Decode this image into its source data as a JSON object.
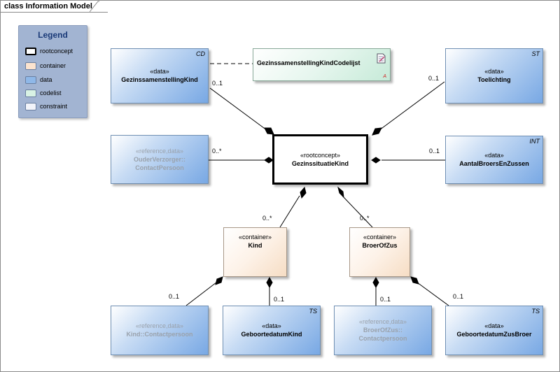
{
  "frame": {
    "title": "class Information Model"
  },
  "legend": {
    "title": "Legend",
    "items": [
      {
        "label": "rootconcept",
        "color": "#ffffff",
        "border": "#000000"
      },
      {
        "label": "container",
        "color": "#fbe3cf",
        "border": "#a89888"
      },
      {
        "label": "data",
        "color": "#8fb8e8",
        "border": "#6f8fb3"
      },
      {
        "label": "codelist",
        "color": "#d8f2e4",
        "border": "#88a898"
      },
      {
        "label": "constraint",
        "color": "#f2f4fa",
        "border": "#8a9cbc"
      }
    ]
  },
  "classes": {
    "root": {
      "stereotype": "«rootconcept»",
      "name": "GezinssituatieKind"
    },
    "samenstelling": {
      "stereotype": "«data»",
      "name": "GezinssamenstellingKind",
      "tag": "CD"
    },
    "codelijst": {
      "name": "GezinssamenstellingKindCodelijst",
      "tag": "A"
    },
    "toelichting": {
      "stereotype": "«data»",
      "name": "Toelichting",
      "tag": "ST"
    },
    "ouder": {
      "stereotype": "«reference,data»",
      "name1": "OuderVerzorger::",
      "name2": "ContactPersoon"
    },
    "aantal": {
      "stereotype": "«data»",
      "name": "AantalBroersEnZussen",
      "tag": "INT"
    },
    "kind": {
      "stereotype": "«container»",
      "name": "Kind"
    },
    "broerofzus": {
      "stereotype": "«container»",
      "name": "BroerOfZus"
    },
    "kindcontact": {
      "stereotype": "«reference,data»",
      "name": "Kind::Contactpersoon"
    },
    "gebkind": {
      "stereotype": "«data»",
      "name": "GeboortedatumKind",
      "tag": "TS"
    },
    "bozcontact": {
      "stereotype": "«reference,data»",
      "name1": "BroerOfZus::",
      "name2": "Contactpersoon"
    },
    "gebzus": {
      "stereotype": "«data»",
      "name": "GeboortedatumZusBroer",
      "tag": "TS"
    }
  },
  "multiplicities": {
    "samenstelling": "0..1",
    "toelichting": "0..1",
    "ouder": "0..*",
    "aantal": "0..1",
    "kind": "0..*",
    "broerofzus": "0..*",
    "kindcontact": "0..1",
    "gebkind": "0..1",
    "bozcontact": "0..1",
    "gebzus": "0..1"
  }
}
